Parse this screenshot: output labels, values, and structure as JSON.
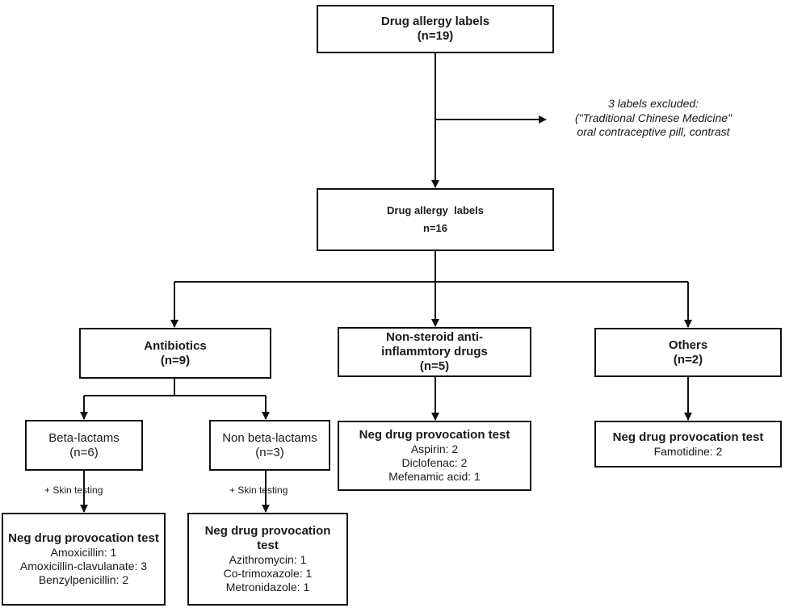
{
  "top": {
    "title": "Drug allergy labels",
    "count": "(n=19)"
  },
  "excluded": {
    "line1": "3 labels excluded:",
    "line2": "(\"Traditional Chinese Medicine\"",
    "line3": "oral contraceptive pill, contrast"
  },
  "middle": {
    "title": "Drug allergy  labels",
    "count": "n=16"
  },
  "antibiotics": {
    "title": "Antibiotics",
    "count": "(n=9)"
  },
  "nsaids": {
    "title_line1": "Non-steroid anti-",
    "title_line2": "inflammtory drugs",
    "count": "(n=5)"
  },
  "others": {
    "title": "Others",
    "count": "(n=2)"
  },
  "beta": {
    "title": "Beta-lactams",
    "count": "(n=6)"
  },
  "nonbeta": {
    "title": "Non beta-lactams",
    "count": "(n=3)"
  },
  "skin_left": "+ Skin testing",
  "skin_right": "+ Skin testing",
  "beta_result": {
    "heading": "Neg drug provocation test",
    "items": [
      "Amoxicillin: 1",
      "Amoxicillin-clavulanate: 3",
      "Benzylpenicillin: 2"
    ]
  },
  "nonbeta_result": {
    "heading_line1": "Neg drug provocation",
    "heading_line2": "test",
    "items": [
      "Azithromycin: 1",
      "Co-trimoxazole: 1",
      "Metronidazole: 1"
    ]
  },
  "nsaid_result": {
    "heading": "Neg drug provocation test",
    "items": [
      "Aspirin: 2",
      "Diclofenac: 2",
      "Mefenamic acid: 1"
    ]
  },
  "others_result": {
    "heading": "Neg drug provocation test",
    "items": [
      "Famotidine: 2"
    ]
  }
}
